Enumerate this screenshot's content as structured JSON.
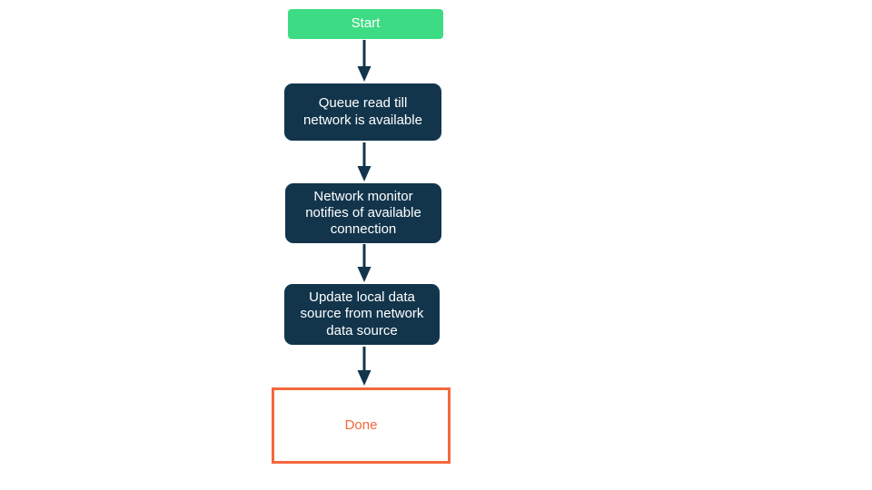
{
  "diagram": {
    "type": "flowchart",
    "orientation": "top-to-bottom",
    "background_color": "#ffffff",
    "colors": {
      "start_fill": "#3DDC84",
      "start_text": "#ffffff",
      "process_fill": "#12354C",
      "process_text": "#ffffff",
      "done_border": "#F4683C",
      "done_fill": "#ffffff",
      "done_text": "#F4683C",
      "arrow": "#12354C"
    },
    "nodes": [
      {
        "id": "start",
        "shape": "rounded-rect",
        "label": "Start"
      },
      {
        "id": "queue",
        "shape": "rounded-rect",
        "label": "Queue read till\nnetwork is available"
      },
      {
        "id": "monitor",
        "shape": "rounded-rect",
        "label": "Network monitor\nnotifies of available\nconnection"
      },
      {
        "id": "update",
        "shape": "rounded-rect",
        "label": "Update local data\nsource from network\ndata source"
      },
      {
        "id": "done",
        "shape": "rect",
        "label": "Done"
      }
    ],
    "edges": [
      {
        "from": "start",
        "to": "queue",
        "label": ""
      },
      {
        "from": "queue",
        "to": "monitor",
        "label": ""
      },
      {
        "from": "monitor",
        "to": "update",
        "label": ""
      },
      {
        "from": "update",
        "to": "done",
        "label": ""
      }
    ]
  }
}
